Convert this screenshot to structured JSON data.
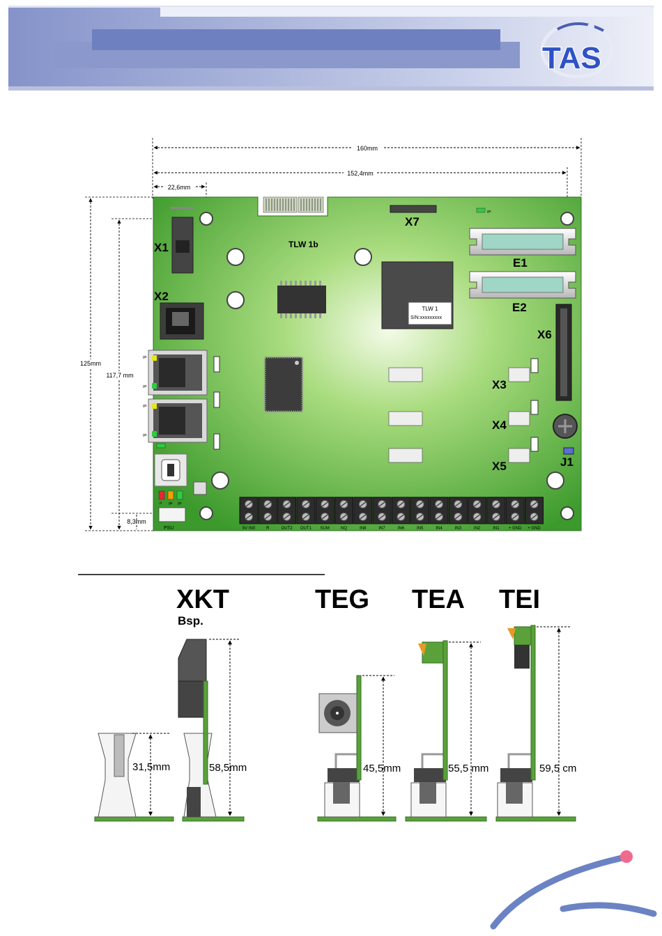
{
  "header": {
    "logo_text": "TAS"
  },
  "board": {
    "name": "TLW 1b",
    "chip_label": "TLW 1",
    "serial": "S/N:xxxxxxxxx",
    "dimensions": {
      "width_total": "160mm",
      "width_holes": "152,4mm",
      "left_offset": "22,6mm",
      "height_total": "125mm",
      "height_holes": "117,7 mm",
      "bottom_offset": "8,3mm"
    },
    "connectors": {
      "x1": "X1",
      "x2": "X2",
      "x3": "X3",
      "x4": "X4",
      "x5": "X5",
      "x6": "X6",
      "x7": "X7",
      "e1": "E1",
      "e2": "E2",
      "j1": "J1"
    },
    "led_labels": {
      "gn": "gn",
      "rt": "rt",
      "ge": "ge"
    },
    "psu_label": "PSU",
    "terminals": [
      "5V IN0",
      "R",
      "OUT2",
      "OUT1",
      "SUM",
      "NQ",
      "IN8",
      "IN7",
      "IN6",
      "IN5",
      "IN4",
      "IN3",
      "IN2",
      "IN1",
      "+ GND",
      "+ GND"
    ]
  },
  "modules": {
    "xkt": {
      "title": "XKT",
      "subtitle": "Bsp.",
      "height_base": "31,5mm",
      "height": "58,5mm"
    },
    "teg": {
      "title": "TEG",
      "height": "45,5mm"
    },
    "tea": {
      "title": "TEA",
      "height": "55,5 mm"
    },
    "tei": {
      "title": "TEI",
      "height": "59,5 cm"
    }
  },
  "colors": {
    "header_blue": "#8f9ed0",
    "board_green": "#6bbf50",
    "pcb_edge": "#3a8a2a"
  }
}
